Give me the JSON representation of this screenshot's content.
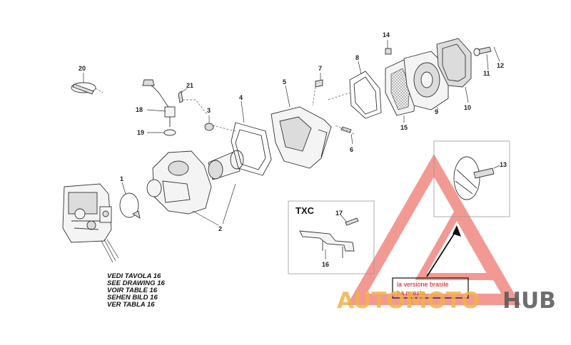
{
  "callouts": [
    {
      "id": "1",
      "label": "1"
    },
    {
      "id": "2",
      "label": "2"
    },
    {
      "id": "3",
      "label": "3"
    },
    {
      "id": "4",
      "label": "4"
    },
    {
      "id": "5",
      "label": "5"
    },
    {
      "id": "6",
      "label": "6"
    },
    {
      "id": "7",
      "label": "7"
    },
    {
      "id": "8",
      "label": "8"
    },
    {
      "id": "9",
      "label": "9"
    },
    {
      "id": "10",
      "label": "10"
    },
    {
      "id": "11",
      "label": "11"
    },
    {
      "id": "12",
      "label": "12"
    },
    {
      "id": "13",
      "label": "13"
    },
    {
      "id": "14",
      "label": "14"
    },
    {
      "id": "15",
      "label": "15"
    },
    {
      "id": "16",
      "label": "16"
    },
    {
      "id": "17",
      "label": "17"
    },
    {
      "id": "18",
      "label": "18"
    },
    {
      "id": "19",
      "label": "19"
    },
    {
      "id": "20",
      "label": "20"
    },
    {
      "id": "21",
      "label": "21"
    }
  ],
  "txc_box": {
    "title": "TXC"
  },
  "reference": {
    "lines": [
      "VEDI TAVOLA 16",
      "SEE DRAWING 16",
      "VOIR TABLE 16",
      "SEHEN BILD 16",
      "VER TABLA 16"
    ]
  },
  "note": {
    "line1": "la versione brasile",
    "line2": "ha questa"
  },
  "watermark": {
    "part1": "AUTOMOTO",
    "part2": "HUB",
    "color_main": "#e8463b",
    "color_orange": "#f2b24a",
    "color_gray": "#555555"
  },
  "colors": {
    "note_border": "#cc1111",
    "note_text": "#cc1111",
    "ink": "#333333"
  }
}
